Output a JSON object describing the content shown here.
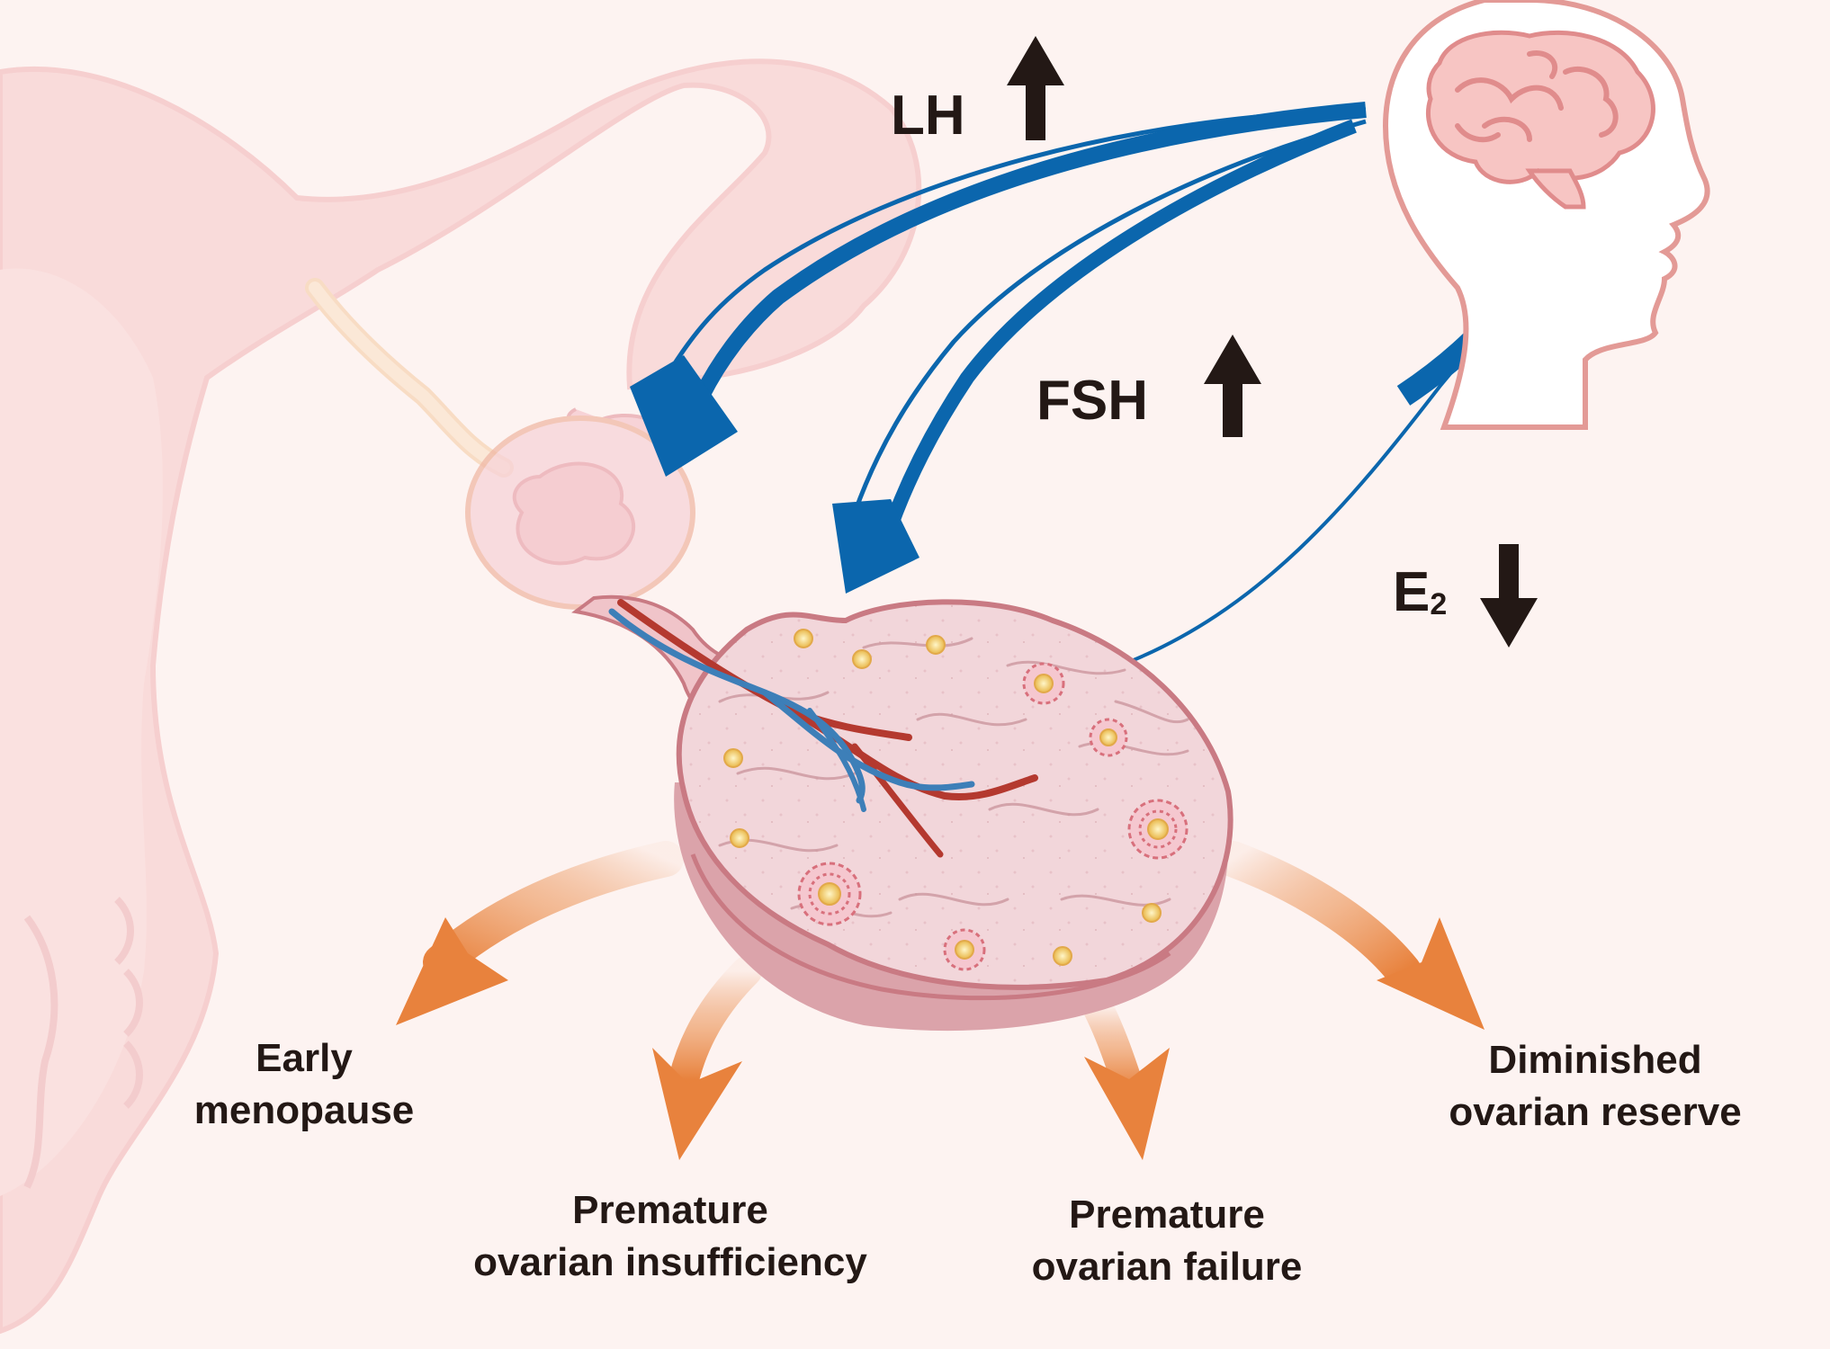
{
  "hormones": {
    "lh": {
      "label": "LH",
      "trend": "up"
    },
    "fsh": {
      "label": "FSH",
      "trend": "up"
    },
    "e2": {
      "label": "E",
      "subscript": "2",
      "trend": "down"
    }
  },
  "outcomes": [
    {
      "line1": "Early",
      "line2": "menopause"
    },
    {
      "line1": "Premature",
      "line2": "ovarian insufficiency"
    },
    {
      "line1": "Premature",
      "line2": "ovarian failure"
    },
    {
      "line1": "Diminished",
      "line2": "ovarian reserve"
    }
  ],
  "icons": {
    "brain": "brain-icon",
    "head": "head-profile-icon",
    "ovary": "ovary-illustration",
    "uterus": "uterus-illustration",
    "up_arrow": "arrow-up-icon",
    "down_arrow": "arrow-down-icon",
    "inhibit": "inhibition-bar-icon"
  },
  "colors": {
    "background": "#fdf3f1",
    "stimulation_arrow": "#0b66ad",
    "outcome_arrow": "#e8823d",
    "text": "#231815",
    "ovary_fill": "#f3d7db",
    "ovary_outline": "#c97a83",
    "artery": "#b4392f",
    "vein": "#3d7fb8"
  }
}
